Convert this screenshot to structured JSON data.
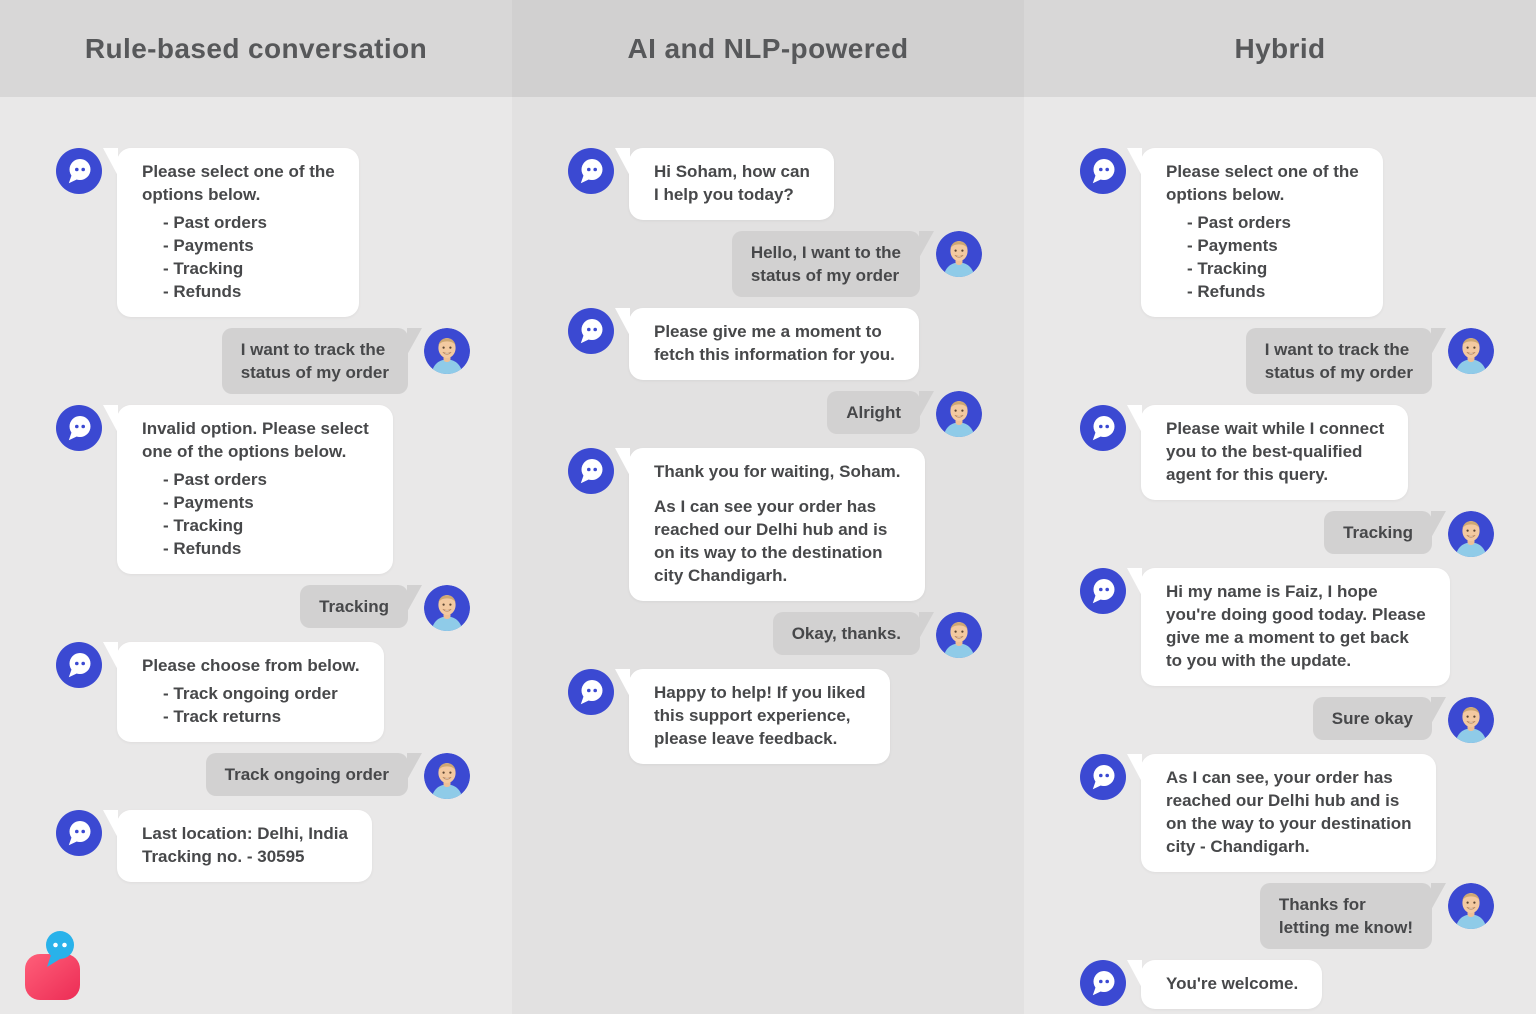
{
  "columns": [
    {
      "id": "rule-based",
      "title": "Rule-based conversation",
      "messages": [
        {
          "sender": "bot",
          "paragraphs": [
            [
              "Please select one of the",
              "options below."
            ]
          ],
          "list": [
            "- Past orders",
            "- Payments",
            "- Tracking",
            "- Refunds"
          ]
        },
        {
          "sender": "user",
          "paragraphs": [
            [
              "I want to track the",
              "status of my order"
            ]
          ]
        },
        {
          "sender": "bot",
          "paragraphs": [
            [
              "Invalid option. Please select",
              "one of the options below."
            ]
          ],
          "list": [
            "- Past orders",
            "- Payments",
            "- Tracking",
            "- Refunds"
          ]
        },
        {
          "sender": "user",
          "paragraphs": [
            [
              "Tracking"
            ]
          ]
        },
        {
          "sender": "bot",
          "paragraphs": [
            [
              "Please choose from below."
            ]
          ],
          "list": [
            "- Track ongoing order",
            "- Track returns"
          ]
        },
        {
          "sender": "user",
          "paragraphs": [
            [
              "Track ongoing order"
            ]
          ]
        },
        {
          "sender": "bot",
          "paragraphs": [
            [
              "Last location: Delhi, India",
              "Tracking no. - 30595"
            ]
          ]
        }
      ]
    },
    {
      "id": "ai-nlp",
      "title": "AI and NLP-powered",
      "messages": [
        {
          "sender": "bot",
          "paragraphs": [
            [
              "Hi Soham, how can",
              "I help you today?"
            ]
          ]
        },
        {
          "sender": "user",
          "paragraphs": [
            [
              "Hello, I want to the",
              "status of my order"
            ]
          ]
        },
        {
          "sender": "bot",
          "paragraphs": [
            [
              "Please give me a moment to",
              "fetch this information for you."
            ]
          ]
        },
        {
          "sender": "user",
          "paragraphs": [
            [
              "Alright"
            ]
          ]
        },
        {
          "sender": "bot",
          "paragraphs": [
            [
              "Thank you for waiting, Soham."
            ],
            [
              "As I can see your order has",
              "reached our Delhi hub and is",
              "on its way to the destination",
              "city Chandigarh."
            ]
          ]
        },
        {
          "sender": "user",
          "paragraphs": [
            [
              "Okay, thanks."
            ]
          ]
        },
        {
          "sender": "bot",
          "paragraphs": [
            [
              "Happy to help! If you liked",
              "this support experience,",
              "please leave feedback."
            ]
          ]
        }
      ]
    },
    {
      "id": "hybrid",
      "title": "Hybrid",
      "messages": [
        {
          "sender": "bot",
          "paragraphs": [
            [
              "Please select one of the",
              "options below."
            ]
          ],
          "list": [
            "- Past orders",
            "- Payments",
            "- Tracking",
            "- Refunds"
          ]
        },
        {
          "sender": "user",
          "paragraphs": [
            [
              "I want to track the",
              "status of my order"
            ]
          ]
        },
        {
          "sender": "bot",
          "paragraphs": [
            [
              "Please wait while I connect",
              "you to the best-qualified",
              "agent for this query."
            ]
          ]
        },
        {
          "sender": "user",
          "paragraphs": [
            [
              "Tracking"
            ]
          ]
        },
        {
          "sender": "bot",
          "paragraphs": [
            [
              "Hi my name is Faiz, I hope",
              "you're doing good today. Please",
              "give me a moment to get back",
              "to you with the update."
            ]
          ]
        },
        {
          "sender": "user",
          "paragraphs": [
            [
              "Sure okay"
            ]
          ]
        },
        {
          "sender": "bot",
          "paragraphs": [
            [
              "As I can see, your order has",
              "reached our Delhi hub and is",
              "on the way to your destination",
              "city - Chandigarh."
            ]
          ]
        },
        {
          "sender": "user",
          "paragraphs": [
            [
              "Thanks for",
              "letting me know!"
            ]
          ]
        },
        {
          "sender": "bot",
          "paragraphs": [
            [
              "You're welcome."
            ]
          ]
        }
      ]
    }
  ],
  "icons": {
    "bot": "chat-bubble-icon",
    "user": "user-avatar",
    "brand": "brand-chat-logo"
  },
  "colors": {
    "accent_blue": "#3b49d2",
    "bot_bubble": "#ffffff",
    "user_bubble": "#d2d1d1",
    "column_bg_light": "#e9e8e8",
    "column_bg_mid": "#e2e1e1",
    "header_bg_light": "#d8d7d7",
    "header_bg_mid": "#d1d0d0",
    "text": "#47484a",
    "logo_pink": "#ee2f56",
    "logo_bubble_blue": "#29b2ea"
  }
}
